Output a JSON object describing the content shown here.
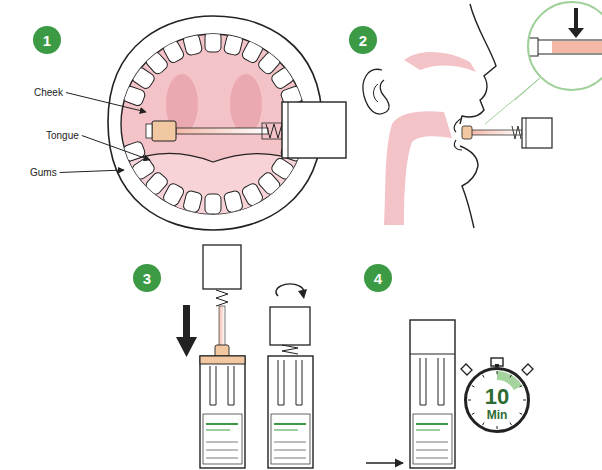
{
  "diagram": {
    "nodes": [
      {
        "text": [
          "1"
        ]
      },
      {
        "text": [
          "2"
        ]
      },
      {
        "text": [
          "3"
        ]
      },
      {
        "text": [
          "4"
        ]
      },
      {
        "text": [
          "10",
          "Min"
        ]
      }
    ],
    "labels": [
      "Cheek",
      "Tongue",
      "Gums"
    ]
  }
}
